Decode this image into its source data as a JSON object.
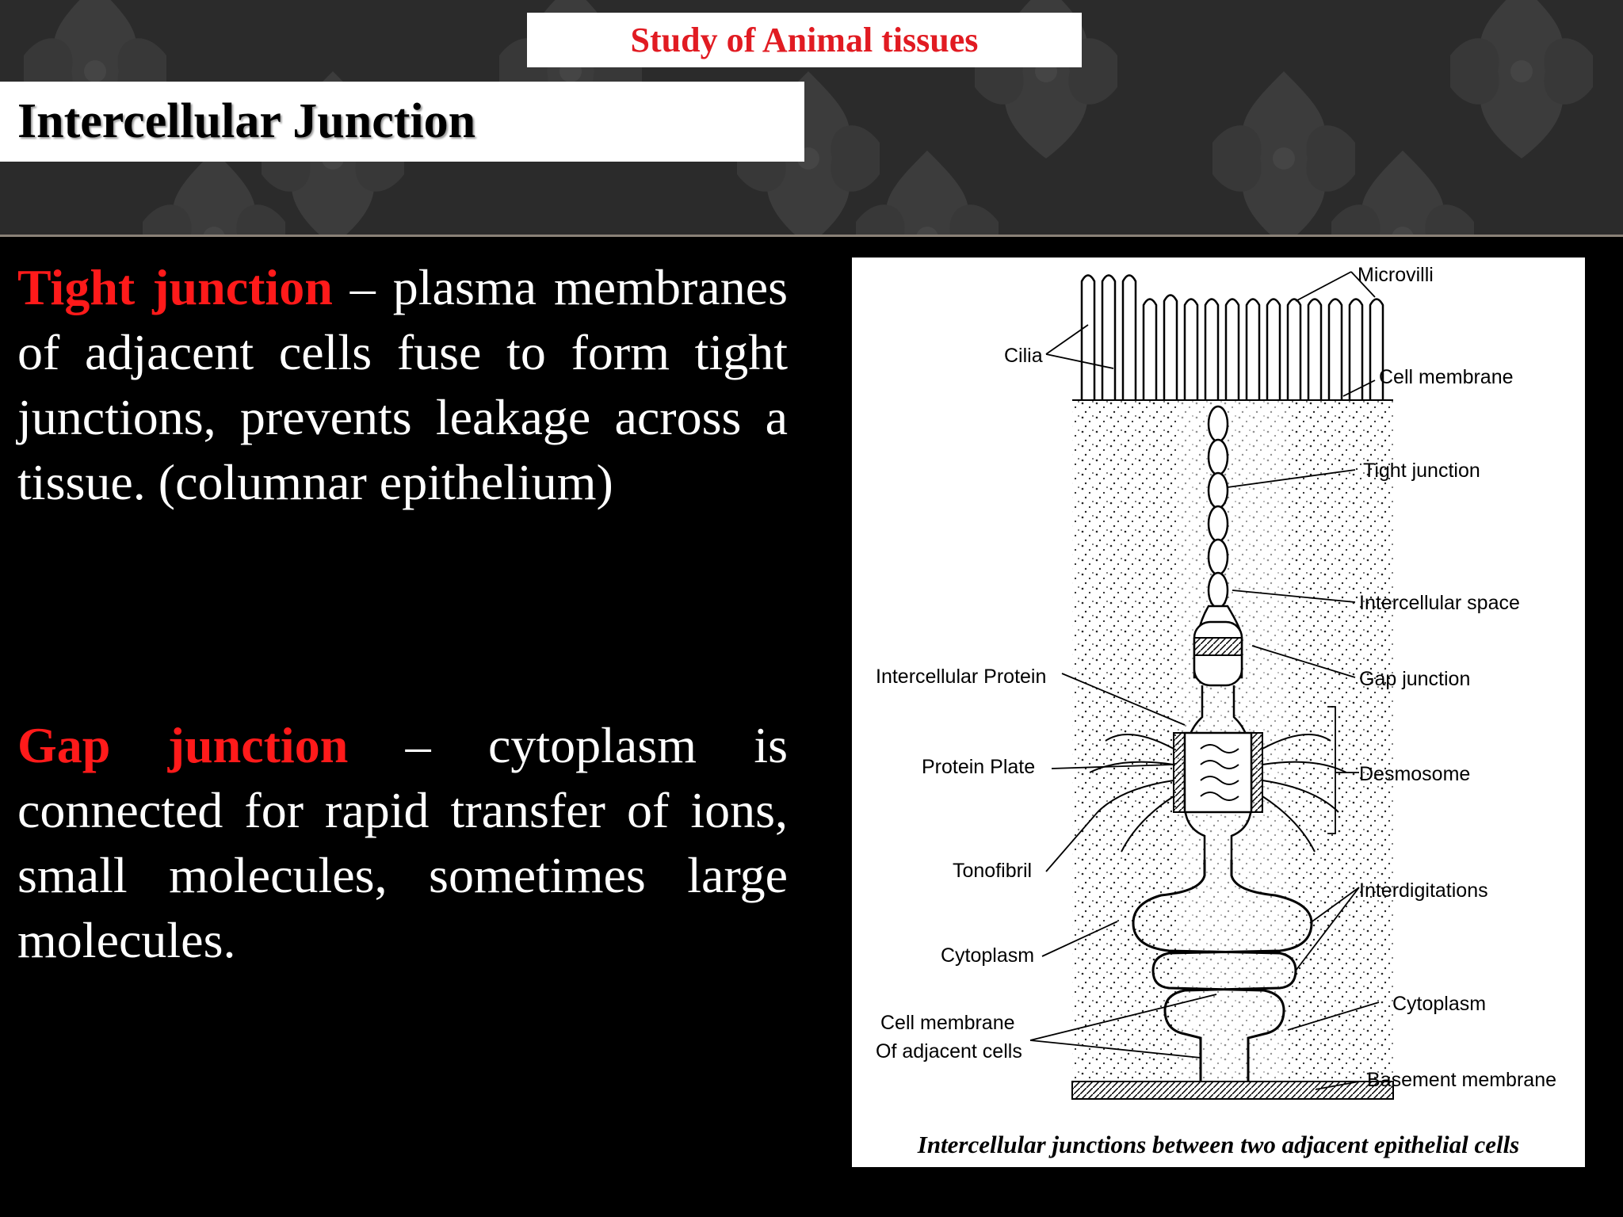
{
  "header": {
    "course_title": "Study of Animal tissues",
    "slide_title": "Intercellular Junction"
  },
  "content": {
    "tight": {
      "term": "Tight junction",
      "text": " – plasma membranes of adjacent cells fuse to form tight junctions, prevents leakage across a tissue. (columnar epithelium)"
    },
    "gap": {
      "term": "Gap junction",
      "text": " – cytoplasm is connected for rapid transfer of ions, small molecules, sometimes large molecules."
    }
  },
  "figure": {
    "labels": {
      "microvilli": "Microvilli",
      "cilia": "Cilia",
      "cell_membrane": "Cell membrane",
      "tight_junction": "Tight junction",
      "intercellular_space": "Intercellular space",
      "gap_junction": "Gap junction",
      "intercellular_protein": "Intercellular Protein",
      "protein_plate": "Protein Plate",
      "desmosome": "Desmosome",
      "tonofibril": "Tonofibril",
      "interdigitations": "Interdigitations",
      "cytoplasm_left": "Cytoplasm",
      "cytoplasm_right": "Cytoplasm",
      "adjacent_membrane_line1": "Cell membrane",
      "adjacent_membrane_line2": "Of adjacent cells",
      "basement_membrane": "Basement membrane"
    },
    "caption": "Intercellular junctions between two adjacent epithelial cells"
  },
  "colors": {
    "accent_red": "#ff1a1a",
    "course_red": "#e11b22",
    "background": "#000000",
    "banner": "#2b2b2b"
  }
}
